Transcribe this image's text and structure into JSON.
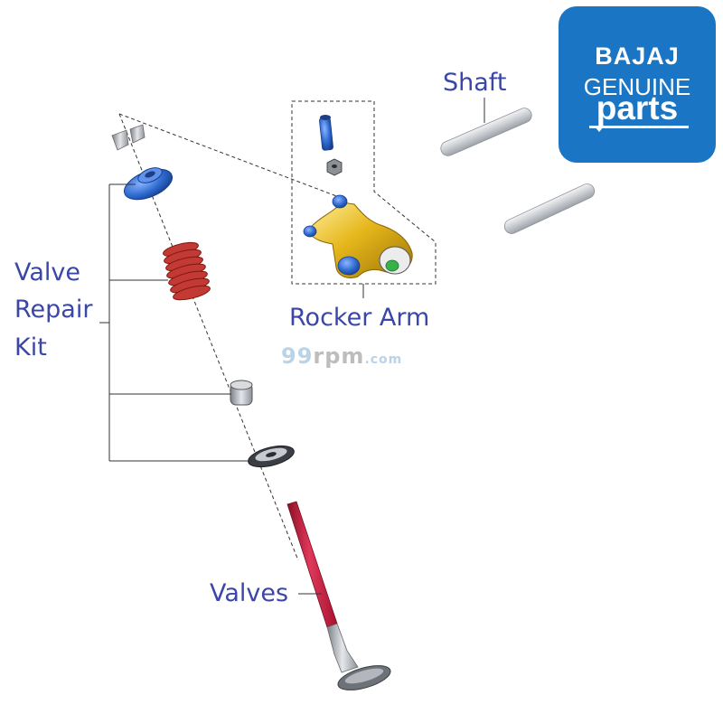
{
  "labels": {
    "shaft": "Shaft",
    "rocker_arm": "Rocker Arm",
    "valve_repair_kit": [
      "Valve",
      "Repair",
      "Kit"
    ],
    "valves": "Valves"
  },
  "logo": {
    "brand": "BAJAJ",
    "line1": "GENUINE",
    "line2": "parts",
    "background": "#1a76c4",
    "text_color": "#ffffff"
  },
  "watermark": {
    "number": "99",
    "word": "rpm",
    "tld": ".com"
  },
  "colors": {
    "label": "#3a46a8",
    "spring": "#c23a33",
    "valve_stem": "#d42a4a",
    "retainer": "#2f6bd0",
    "rocker_body": "#e6b71c",
    "shaft": "#cfd2d6"
  },
  "parts": [
    "valve-collet",
    "valve-spring-retainer",
    "valve-spring",
    "valve-stem-seal",
    "valve-spring-seat",
    "valve",
    "rocker-arm-assembly",
    "adjusting-screw",
    "lock-nut",
    "rocker-shaft"
  ]
}
